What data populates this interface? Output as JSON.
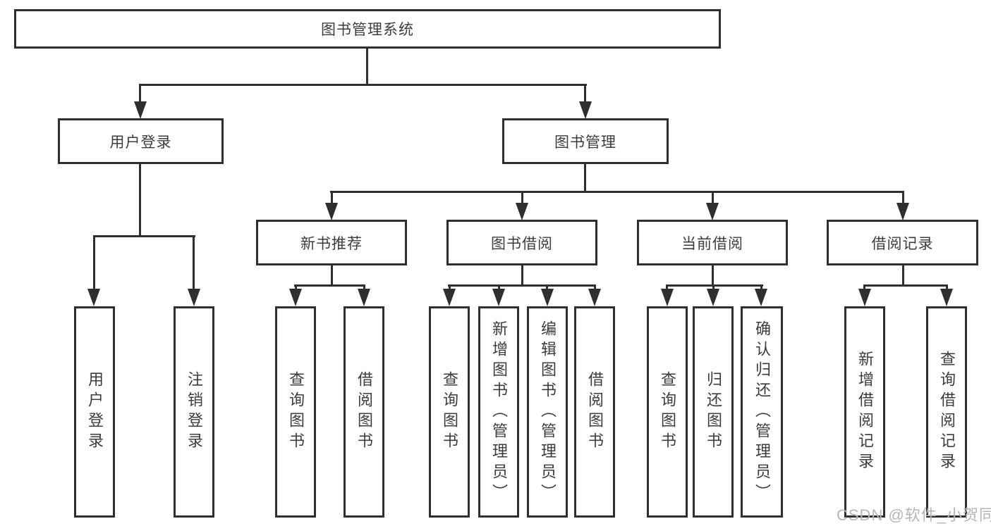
{
  "diagram": {
    "title_node": {
      "label": "图书管理系统"
    },
    "login": {
      "label": "用户登录",
      "children": [
        {
          "label": "用户登录"
        },
        {
          "label": "注销登录"
        }
      ]
    },
    "management": {
      "label": "图书管理",
      "modules": [
        {
          "label": "新书推荐",
          "children": [
            {
              "label": "查询图书"
            },
            {
              "label": "借阅图书"
            }
          ]
        },
        {
          "label": "图书借阅",
          "children": [
            {
              "label": "查询图书"
            },
            {
              "label": "新增图书（管理员）"
            },
            {
              "label": "编辑图书（管理员）"
            },
            {
              "label": "借阅图书"
            }
          ]
        },
        {
          "label": "当前借阅",
          "children": [
            {
              "label": "查询图书"
            },
            {
              "label": "归还图书"
            },
            {
              "label": "确认归还（管理员）"
            }
          ]
        },
        {
          "label": "借阅记录",
          "children": [
            {
              "label": "新增借阅记录"
            },
            {
              "label": "查询借阅记录"
            }
          ]
        }
      ]
    }
  },
  "watermark": {
    "text": "CSDN @软件_小贺同学",
    "color": "#b5b5b5"
  },
  "colors": {
    "line": "#2f2f2f",
    "text": "#3c3c3c",
    "background": "#ffffff"
  }
}
